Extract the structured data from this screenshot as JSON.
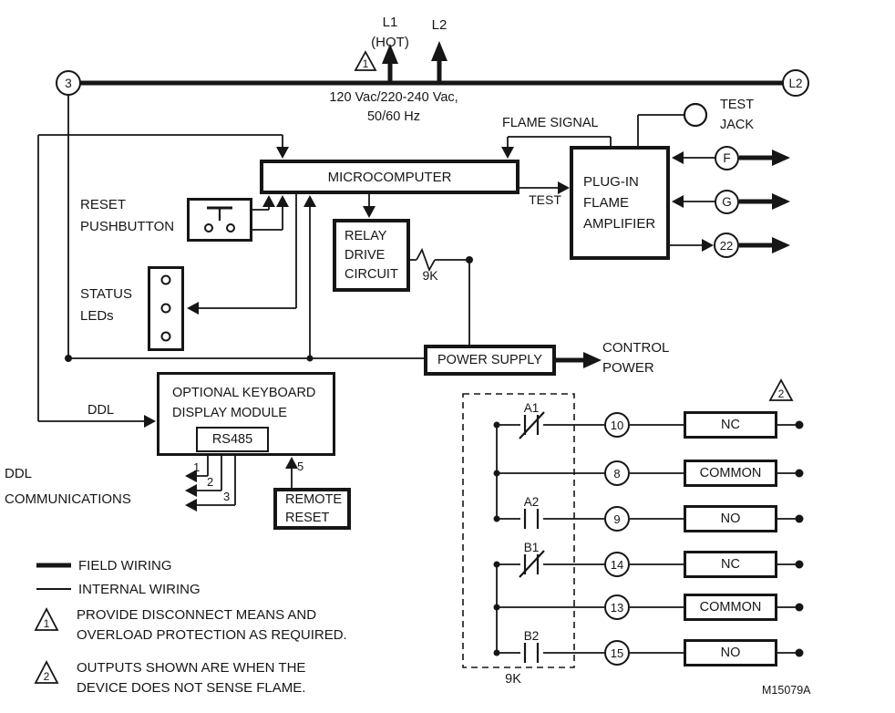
{
  "diagram": {
    "drawing_number": "M15079A"
  },
  "top": {
    "terminal_3": "3",
    "terminal_l2": "L2",
    "l1": "L1",
    "l1_hot": "(HOT)",
    "l2": "L2",
    "voltage1": "120 Vac/220-240 Vac,",
    "voltage2": "50/60 Hz",
    "note1_num": "1"
  },
  "micro": {
    "label": "MICROCOMPUTER"
  },
  "flame_signal": "FLAME SIGNAL",
  "test": "TEST",
  "test_jack": {
    "line1": "TEST",
    "line2": "JACK"
  },
  "amplifier": {
    "line1": "PLUG-IN",
    "line2": "FLAME",
    "line3": "AMPLIFIER"
  },
  "sensor_terminals": {
    "f": "F",
    "g": "G",
    "t22": "22"
  },
  "reset_pushbutton": {
    "line1": "RESET",
    "line2": "PUSHBUTTON"
  },
  "status_leds": {
    "line1": "STATUS",
    "line2": "LEDs"
  },
  "relay_drive": {
    "line1": "RELAY",
    "line2": "DRIVE",
    "line3": "CIRCUIT"
  },
  "resistor_9k": "9K",
  "power_supply": {
    "label": "POWER SUPPLY"
  },
  "control_power": {
    "line1": "CONTROL",
    "line2": "POWER"
  },
  "module": {
    "line1": "OPTIONAL KEYBOARD",
    "line2": "DISPLAY MODULE",
    "rs485": "RS485"
  },
  "ddl": {
    "label": "DDL",
    "comm1": "DDL",
    "comm2": "COMMUNICATIONS",
    "pin1": "1",
    "pin2": "2",
    "pin3": "3",
    "pin5": "5"
  },
  "remote_reset": {
    "line1": "REMOTE",
    "line2": "RESET"
  },
  "contacts": {
    "note2_num": "2",
    "resistor": "9K",
    "rows": [
      {
        "contact": "A1",
        "terminal": "10",
        "type": "NC"
      },
      {
        "contact": "",
        "terminal": "8",
        "type": "COMMON"
      },
      {
        "contact": "A2",
        "terminal": "9",
        "type": "NO"
      },
      {
        "contact": "B1",
        "terminal": "14",
        "type": "NC"
      },
      {
        "contact": "",
        "terminal": "13",
        "type": "COMMON"
      },
      {
        "contact": "B2",
        "terminal": "15",
        "type": "NO"
      }
    ]
  },
  "legend": {
    "field": "FIELD WIRING",
    "internal": "INTERNAL WIRING",
    "note1_num": "1",
    "note1_line1": "PROVIDE DISCONNECT MEANS AND",
    "note1_line2": "OVERLOAD PROTECTION AS REQUIRED.",
    "note2_num": "2",
    "note2_line1": "OUTPUTS SHOWN ARE WHEN THE",
    "note2_line2": "DEVICE DOES NOT SENSE FLAME."
  }
}
